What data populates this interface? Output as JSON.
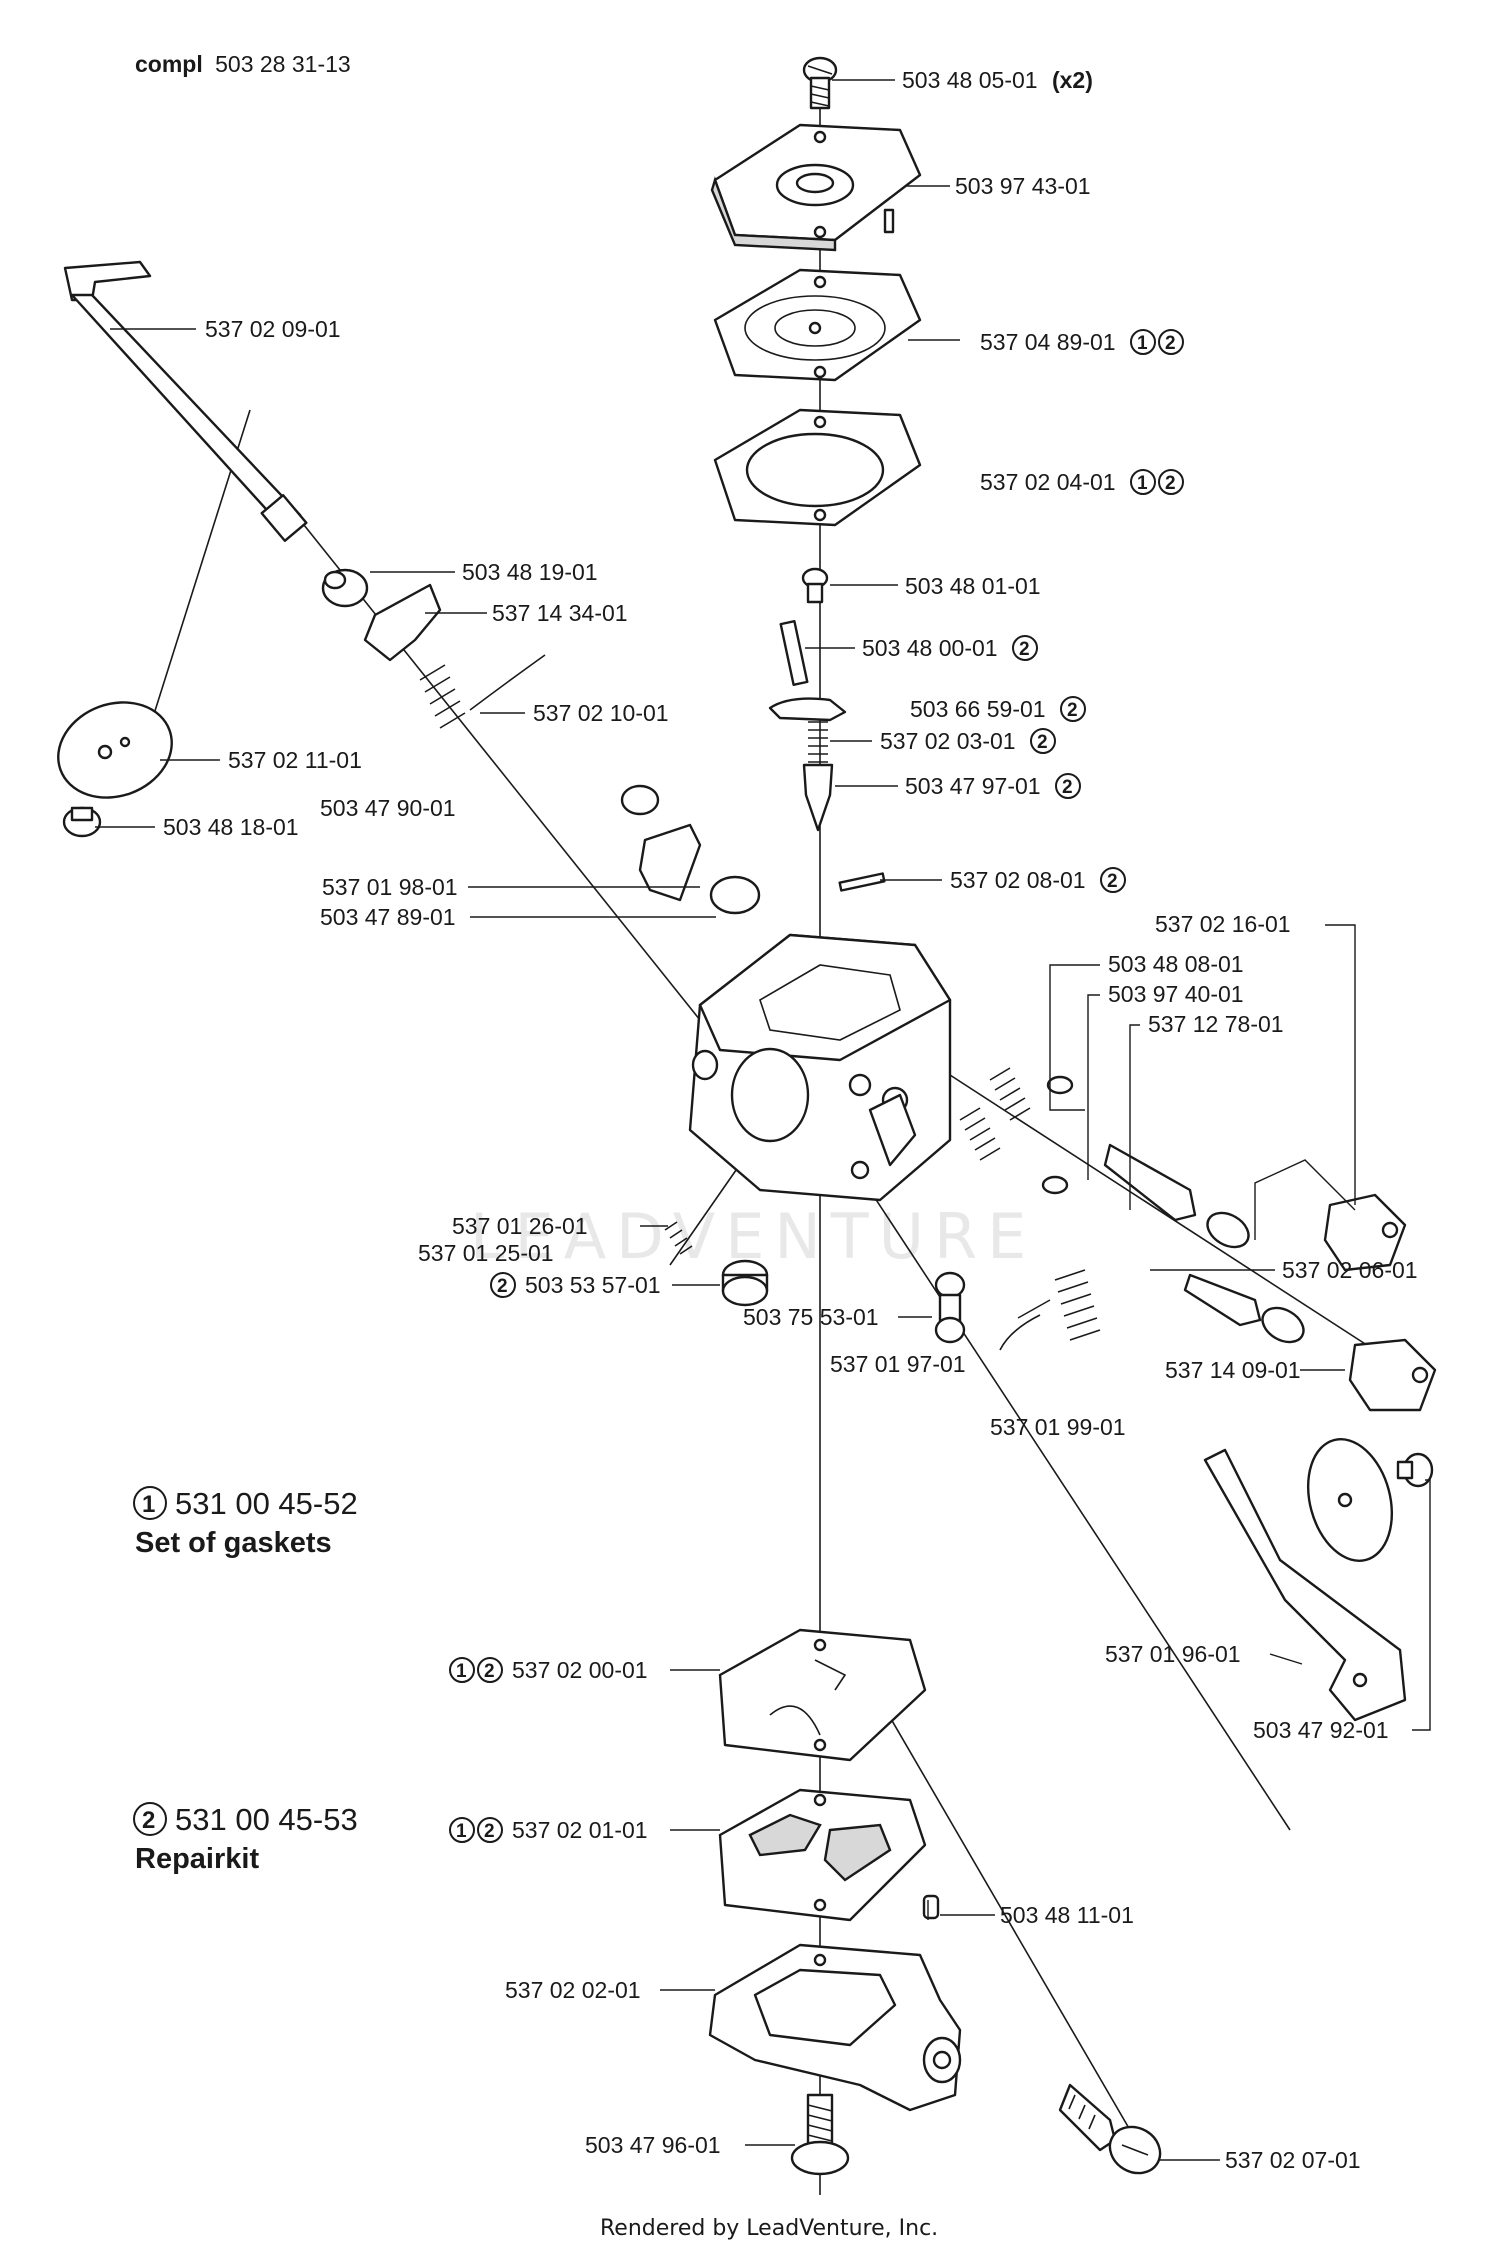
{
  "header": {
    "compl_word": "compl",
    "compl_number": "503 28 31-13"
  },
  "watermark": "LEADVENTURE",
  "footer": "Rendered by LeadVenture, Inc.",
  "kits": [
    {
      "badge": "1",
      "number": "531 00 45-52",
      "name": "Set of gaskets"
    },
    {
      "badge": "2",
      "number": "531 00 45-53",
      "name": "Repairkit"
    }
  ],
  "parts": [
    {
      "id": "p01",
      "number": "503 48 05-01",
      "suffix": "(x2)",
      "badges": []
    },
    {
      "id": "p02",
      "number": "503 97 43-01",
      "badges": []
    },
    {
      "id": "p03",
      "number": "537 04 89-01",
      "badges": [
        "1",
        "2"
      ]
    },
    {
      "id": "p04",
      "number": "537 02 04-01",
      "badges": [
        "1",
        "2"
      ]
    },
    {
      "id": "p05",
      "number": "503 48 01-01",
      "badges": []
    },
    {
      "id": "p06",
      "number": "503 48 00-01",
      "badges": [
        "2"
      ]
    },
    {
      "id": "p07",
      "number": "503 66 59-01",
      "badges": [
        "2"
      ]
    },
    {
      "id": "p08",
      "number": "537 02 03-01",
      "badges": [
        "2"
      ]
    },
    {
      "id": "p09",
      "number": "503 47 97-01",
      "badges": [
        "2"
      ]
    },
    {
      "id": "p10",
      "number": "537 02 08-01",
      "badges": [
        "2"
      ]
    },
    {
      "id": "p11",
      "number": "537 02 16-01",
      "badges": []
    },
    {
      "id": "p12",
      "number": "503 48 08-01",
      "badges": []
    },
    {
      "id": "p13",
      "number": "503 97 40-01",
      "badges": []
    },
    {
      "id": "p14",
      "number": "537 12 78-01",
      "badges": []
    },
    {
      "id": "p15",
      "number": "537 02 09-01",
      "badges": []
    },
    {
      "id": "p16",
      "number": "503 48 19-01",
      "badges": []
    },
    {
      "id": "p17",
      "number": "537 14 34-01",
      "badges": []
    },
    {
      "id": "p18",
      "number": "537 02 10-01",
      "badges": []
    },
    {
      "id": "p19",
      "number": "537 02 11-01",
      "badges": []
    },
    {
      "id": "p20",
      "number": "503 48 18-01",
      "badges": []
    },
    {
      "id": "p21",
      "number": "503 47 90-01",
      "badges": []
    },
    {
      "id": "p22",
      "number": "537 01 98-01",
      "badges": []
    },
    {
      "id": "p23",
      "number": "503 47 89-01",
      "badges": []
    },
    {
      "id": "p24",
      "number": "537 01 26-01",
      "badges": []
    },
    {
      "id": "p25",
      "number": "537 01 25-01",
      "badges": []
    },
    {
      "id": "p26",
      "number": "503 53 57-01",
      "badges": [
        "2"
      ],
      "badge_side": "left"
    },
    {
      "id": "p27",
      "number": "503 75 53-01",
      "badges": []
    },
    {
      "id": "p28",
      "number": "537 01 97-01",
      "badges": []
    },
    {
      "id": "p29",
      "number": "537 01 99-01",
      "badges": []
    },
    {
      "id": "p30",
      "number": "537 02 06-01",
      "badges": []
    },
    {
      "id": "p31",
      "number": "537 14 09-01",
      "badges": []
    },
    {
      "id": "p32",
      "number": "537 01 96-01",
      "badges": []
    },
    {
      "id": "p33",
      "number": "503 47 92-01",
      "badges": []
    },
    {
      "id": "p34",
      "number": "537 02 00-01",
      "badges": [
        "1",
        "2"
      ],
      "badge_side": "left"
    },
    {
      "id": "p35",
      "number": "537 02 01-01",
      "badges": [
        "1",
        "2"
      ],
      "badge_side": "left"
    },
    {
      "id": "p36",
      "number": "503 48 11-01",
      "badges": []
    },
    {
      "id": "p37",
      "number": "537 02 02-01",
      "badges": []
    },
    {
      "id": "p38",
      "number": "503 47 96-01",
      "badges": []
    },
    {
      "id": "p39",
      "number": "537 02 07-01",
      "badges": []
    }
  ]
}
